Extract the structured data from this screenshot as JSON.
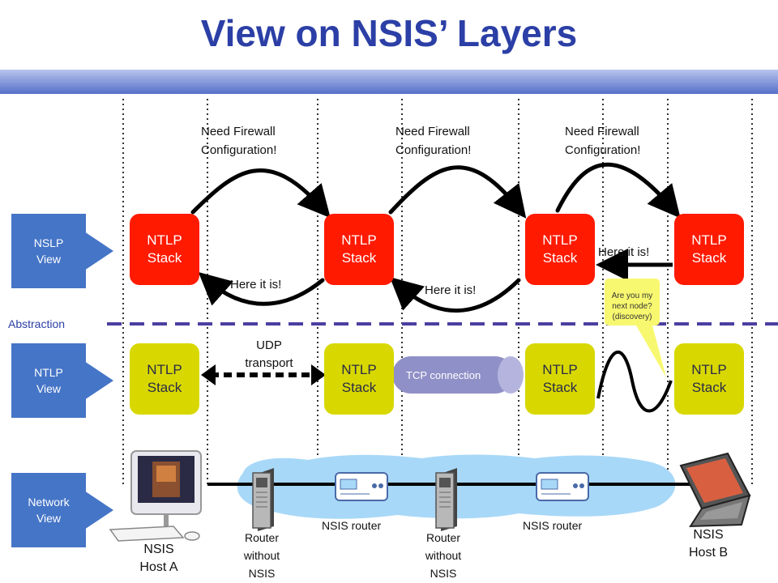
{
  "title": "View on NSIS’ Layers",
  "views": {
    "nslp": "NSLP\nView",
    "ntlp": "NTLP\nView",
    "network": "Network\nView"
  },
  "abstraction_label": "Abstraction",
  "stack_label": "NTLP\nStack",
  "firewall_label": "Need Firewall\nConfiguration!",
  "here_label": "Here it is!",
  "udp_label": "UDP\ntransport",
  "tcp_label": "TCP connection",
  "discovery_label": "Are you my\nnext node?\n(discovery)",
  "network": {
    "host_a": "NSIS\nHost A",
    "host_b": "NSIS\nHost B",
    "router_without": "Router\nwithout\nNSIS",
    "nsis_router": "NSIS router"
  },
  "colors": {
    "title": "#2b3fa6",
    "nslp_stack": "#ff1a00",
    "ntlp_stack": "#d8d800",
    "view_box": "#4575c7",
    "abstraction_line": "#4b3fa0",
    "tcp_pipe": "#9090c8",
    "cloud": "#a8d8f8"
  },
  "icons": [
    "computer-icon",
    "laptop-icon",
    "server-tower-icon",
    "network-router-icon"
  ]
}
